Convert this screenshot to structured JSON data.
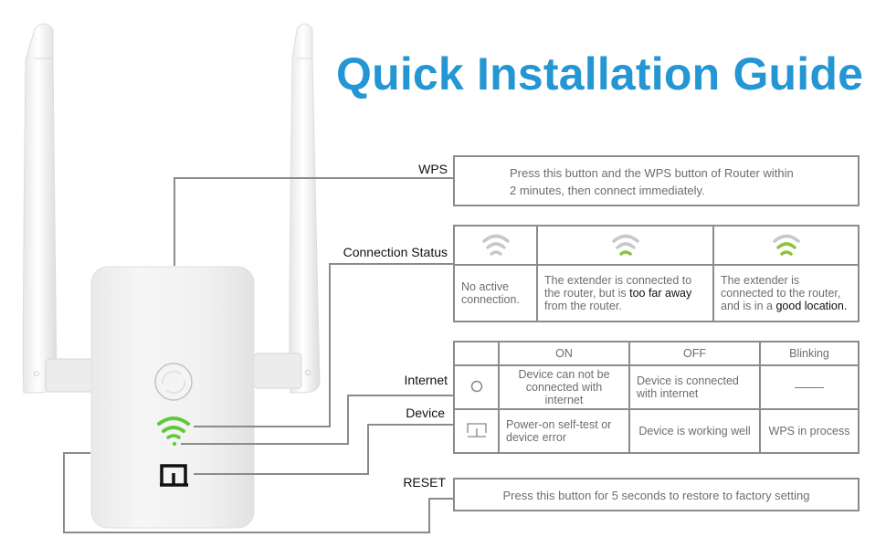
{
  "title": "Quick Installation Guide",
  "colors": {
    "title": "#2496d3",
    "line": "#8f8a86",
    "led_green": "#5ec93a",
    "signal_green": "#8cc43c",
    "signal_gray": "#c8c8c8"
  },
  "device": {
    "name": "WiFi range extender",
    "parts": [
      "antenna-left",
      "antenna-right",
      "wps-button",
      "wifi-led",
      "device-led",
      "reset-button"
    ]
  },
  "wps": {
    "label": "WPS",
    "description_line1": "Press this button and the WPS button of Router within",
    "description_line2": "2 minutes, then connect immediately."
  },
  "connection_status": {
    "label": "Connection Status",
    "states": [
      {
        "icon": "wifi-signal-none-icon",
        "green_bars": 0,
        "text": "No active connection.",
        "highlight": ""
      },
      {
        "icon": "wifi-signal-weak-icon",
        "green_bars": 1,
        "text_before": "The extender is connected to the router, but is ",
        "highlight": "too far away",
        "text_after": " from the router."
      },
      {
        "icon": "wifi-signal-good-icon",
        "green_bars": 2,
        "text_before": "The extender is connected to the router, and is in a ",
        "highlight": "good location.",
        "text_after": ""
      }
    ]
  },
  "led_table": {
    "headers": [
      "",
      "ON",
      "OFF",
      "Blinking"
    ],
    "rows": [
      {
        "label": "Internet",
        "icon": "circle-icon",
        "on": "Device can not be connected with internet",
        "off": "Device is connected with internet",
        "blinking": "——"
      },
      {
        "label": "Device",
        "icon": "device-icon",
        "on": "Power-on self-test or device error",
        "off": "Device is working well",
        "blinking": "WPS in process"
      }
    ]
  },
  "reset": {
    "label": "RESET",
    "description": "Press this button for 5 seconds to restore to factory setting"
  }
}
